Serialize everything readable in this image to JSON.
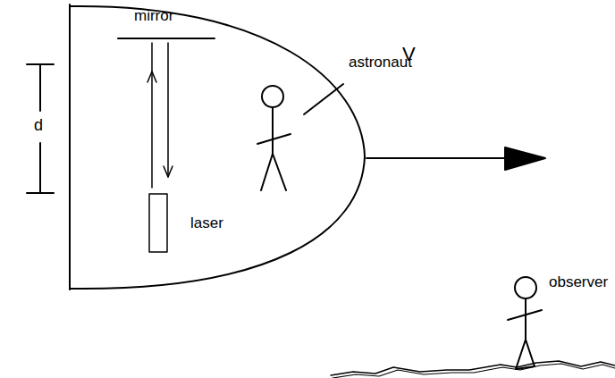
{
  "diagram": {
    "labels": [
      "mirror",
      "astronaut",
      "d",
      "V",
      "laser",
      "observer"
    ]
  }
}
